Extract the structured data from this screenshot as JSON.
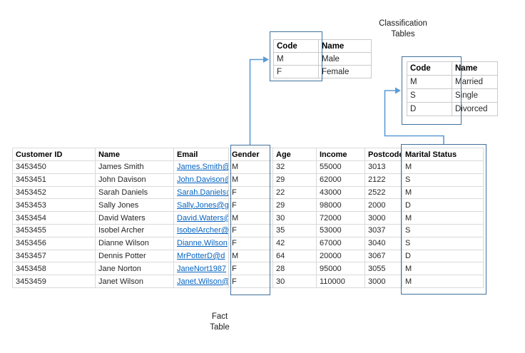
{
  "labels": {
    "classification_line1": "Classification",
    "classification_line2": "Tables",
    "fact_line1": "Fact",
    "fact_line2": "Table"
  },
  "gender_table": {
    "headers": [
      "Code",
      "Name"
    ],
    "rows": [
      [
        "M",
        "Male"
      ],
      [
        "F",
        "Female"
      ]
    ]
  },
  "marital_table": {
    "headers": [
      "Code",
      "Name"
    ],
    "rows": [
      [
        "M",
        "Married"
      ],
      [
        "S",
        "Single"
      ],
      [
        "D",
        "Divorced"
      ]
    ]
  },
  "fact_table": {
    "headers": [
      "Customer ID",
      "Name",
      "Email",
      "Gender",
      "Age",
      "Income",
      "Postcode",
      "Marital Status"
    ],
    "link_cols": [
      2
    ],
    "rows": [
      [
        "3453450",
        "James Smith",
        "James.Smith@g",
        "M",
        "32",
        "55000",
        "3013",
        "M"
      ],
      [
        "3453451",
        "John Davison",
        "John.Davison@",
        "M",
        "29",
        "62000",
        "2122",
        "S"
      ],
      [
        "3453452",
        "Sarah Daniels",
        "Sarah.Daniels@",
        "F",
        "22",
        "43000",
        "2522",
        "M"
      ],
      [
        "3453453",
        "Sally Jones",
        "Sally.Jones@g",
        "F",
        "29",
        "98000",
        "2000",
        "D"
      ],
      [
        "3453454",
        "David Waters",
        "David.Waters@",
        "M",
        "30",
        "72000",
        "3000",
        "M"
      ],
      [
        "3453455",
        "Isobel Archer",
        "IsobelArcher@",
        "F",
        "35",
        "53000",
        "3037",
        "S"
      ],
      [
        "3453456",
        "Dianne Wilson",
        "Dianne.Wilson",
        "F",
        "42",
        "67000",
        "3040",
        "S"
      ],
      [
        "3453457",
        "Dennis Potter",
        "MrPotterD@d",
        "M",
        "64",
        "20000",
        "3067",
        "D"
      ],
      [
        "3453458",
        "Jane Norton",
        "JaneNort1987",
        "F",
        "28",
        "95000",
        "3055",
        "M"
      ],
      [
        "3453459",
        "Janet Wilson",
        "Janet.Wilson@",
        "F",
        "30",
        "110000",
        "3000",
        "M"
      ]
    ]
  },
  "colors": {
    "highlight_box": "#41719C",
    "connector": "#5B9BD5",
    "hyperlink": "#0563C1",
    "grid_line": "#D9D9D9",
    "table_border": "#BFBFBF",
    "header_text": "#000000",
    "body_text": "#262626",
    "background": "#FFFFFF"
  }
}
